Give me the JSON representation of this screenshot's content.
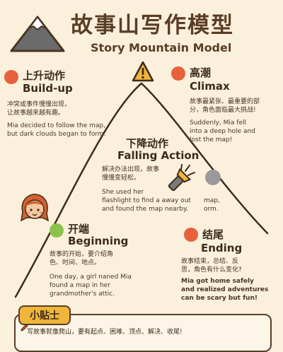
{
  "header": {
    "title_cn": "故事山写作模型",
    "title_en": "Story Mountain Model"
  },
  "colors": {
    "background": "#fbf0dc",
    "accent_red": "#e8613d",
    "accent_green": "#8bc34a",
    "accent_yellow": "#f0b53a",
    "mountain": "#6b6b6b"
  },
  "stages": {
    "buildup": {
      "title_cn": "上升动作",
      "title_en": "Build-up",
      "desc_cn": [
        "冲突或事件慢慢出现，",
        "让故事越来越有趣。"
      ],
      "desc_en": [
        "Mia decided to follow the map,",
        "but dark clouds began to form."
      ]
    },
    "climax": {
      "title_cn": "高潮",
      "title_en": "Climax",
      "desc_cn": [
        "故事最紧张、最重要的部",
        "分，角色面临最大挑战!"
      ],
      "desc_en": [
        "Suddenly, Mia fell",
        "into a deep hole and",
        "lost the map!"
      ]
    },
    "falling": {
      "title_cn": "下降动作",
      "title_en": "Falling Action",
      "desc_cn": [
        "解决办法出现，故事",
        "慢慢变轻松。"
      ],
      "desc_en": [
        "She used her",
        "flashlight to find a away out",
        "and found the map nearby."
      ],
      "desc_en_tail": [
        "map,",
        "orm."
      ]
    },
    "beginning": {
      "title_cn": "开端",
      "title_en": "Beginning",
      "desc_cn": [
        "故事的开始，要介绍角",
        "色、时间、地点。"
      ],
      "desc_en": [
        "One day, a girl naned Mia",
        "found a map in her",
        "grandmother's attic."
      ]
    },
    "ending": {
      "title_cn": "结尾",
      "title_en": "Ending",
      "desc_cn": [
        "故事结束，总结、反",
        "思，角色有什么变化?"
      ],
      "desc_en": [
        "Mia got home safely",
        "and realized adventures",
        "can be scary but fun!"
      ]
    }
  },
  "tips": {
    "label": "小贴士",
    "text": "写故事就像爬山，要有起点、困难、顶点、解决、收尾!"
  }
}
